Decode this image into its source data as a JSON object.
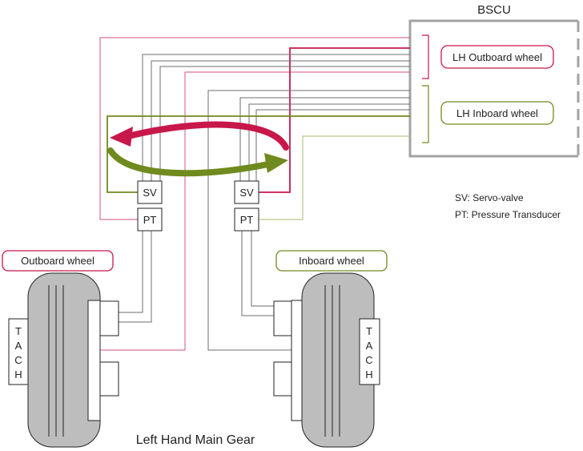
{
  "bscu": {
    "title": "BSCU",
    "lh_outboard_label": "LH Outboard wheel",
    "lh_inboard_label": "LH Inboard wheel"
  },
  "legend": {
    "sv": "SV: Servo-valve",
    "pt": "PT: Pressure Transducer"
  },
  "outboard": {
    "label": "Outboard wheel",
    "sv": "SV",
    "pt": "PT",
    "tach": [
      "T",
      "A",
      "C",
      "H"
    ]
  },
  "inboard": {
    "label": "Inboard wheel",
    "sv": "SV",
    "pt": "PT",
    "tach": [
      "T",
      "A",
      "C",
      "H"
    ]
  },
  "caption": "Left Hand Main Gear",
  "colors": {
    "outboard_accent": "#c8174b",
    "outboard_wire": "#d4507a",
    "inboard_accent": "#6f8a1e",
    "inboard_wire": "#b9c88a",
    "wire_gray": "#6e6e6e",
    "tire_fill": "#bdbdbd",
    "bscu_border": "#a3a3a3"
  }
}
